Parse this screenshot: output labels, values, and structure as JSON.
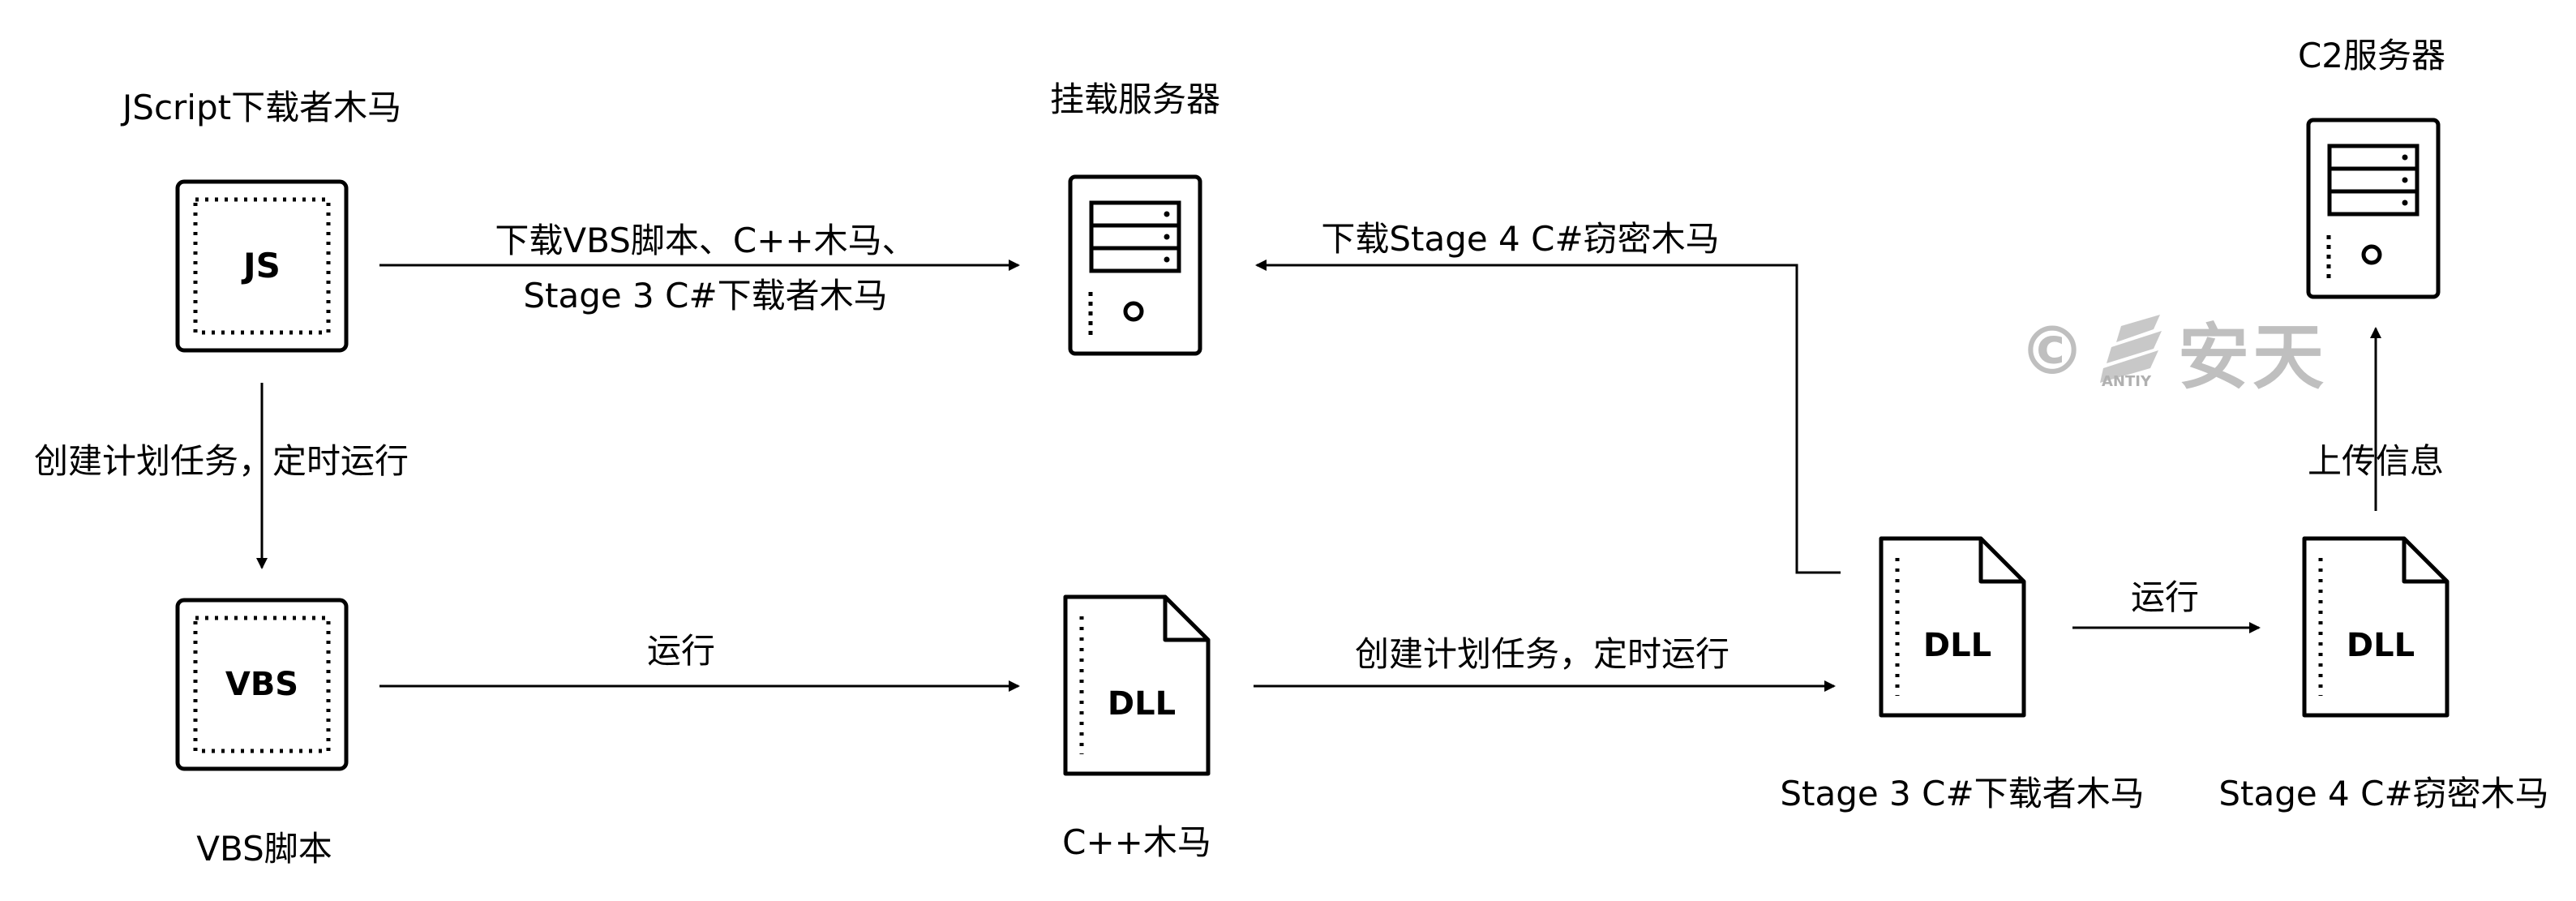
{
  "nodes": {
    "js_trojan": {
      "title": "JScript下载者木马",
      "icon_text": "JS"
    },
    "mount_server": {
      "title": "挂载服务器"
    },
    "c2_server": {
      "title": "C2服务器"
    },
    "vbs_script": {
      "title": "VBS脚本",
      "icon_text": "VBS"
    },
    "cpp_trojan": {
      "title": "C++木马",
      "icon_text": "DLL"
    },
    "stage3_downloader": {
      "title": "Stage 3 C#下载者木马",
      "icon_text": "DLL"
    },
    "stage4_stealer": {
      "title": "Stage 4 C#窃密木马",
      "icon_text": "DLL"
    }
  },
  "edges": {
    "js_to_mount_line1": "下载VBS脚本、C++木马、",
    "js_to_mount_line2": "Stage 3 C#下载者木马",
    "stage3_to_mount": "下载Stage 4 C#窃密木马",
    "js_to_vbs": "创建计划任务，定时运行",
    "vbs_to_cpp": "运行",
    "cpp_to_stage3": "创建计划任务，定时运行",
    "stage3_to_stage4": "运行",
    "stage4_to_c2": "上传信息"
  },
  "watermark": {
    "symbol": "©",
    "text": "安天",
    "small": "ANTIY"
  }
}
